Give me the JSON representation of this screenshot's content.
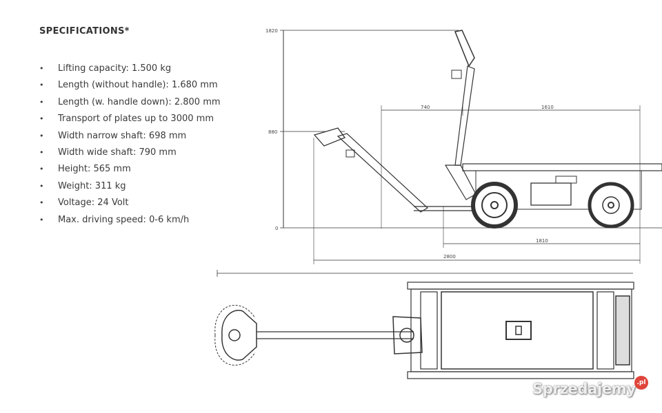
{
  "specs": {
    "title": "SPECIFICATIONS*",
    "items": [
      "Lifting capacity: 1.500 kg",
      "Length (without handle): 1.680 mm",
      "Length (w. handle down): 2.800 mm",
      "Transport of plates up to 3000 mm",
      "Width narrow shaft: 698 mm",
      "Width wide shaft: 790 mm",
      "Height: 565 mm",
      "Weight: 311 kg",
      "Voltage: 24 Volt",
      "Max. driving speed: 0-6 km/h"
    ]
  },
  "drawing": {
    "dims": {
      "h_top": "1820",
      "h_mid": "880",
      "h_zero": "0",
      "w_740": "740",
      "w_1610": "1610",
      "w_1810": "1810",
      "w_2800": "2800"
    }
  },
  "watermark": {
    "text": "Sprzedajemy",
    "tld": ".pl"
  }
}
